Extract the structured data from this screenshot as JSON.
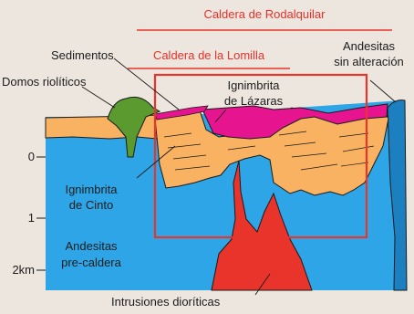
{
  "title_outer": "Caldera de Rodalquilar",
  "title_inner": "Caldera de la Lomilla",
  "labels": {
    "sedimentos": "Sedimentos",
    "domos": "Domos riolíticos",
    "andesitas_sin_line1": "Andesitas",
    "andesitas_sin_line2": "sin alteración",
    "lazaras_line1": "Ignimbrita",
    "lazaras_line2": "de Lázaras",
    "cinto_line1": "Ignimbrita",
    "cinto_line2": "de Cinto",
    "pre_line1": "Andesitas",
    "pre_line2": "pre-caldera",
    "intrusiones": "Intrusiones dioríticas"
  },
  "depth_ticks": [
    "0",
    "1",
    "2km"
  ],
  "colors": {
    "background": "#ece6de",
    "andesite_blue": "#2ea5e6",
    "andesite_dark": "#1b7fc0",
    "ignimbrite_cinto": "#f8b262",
    "ignimbrite_lazaras": "#e6158f",
    "rhyolite_domes": "#5a9a2e",
    "diorite_intrusion": "#e8342a",
    "title_red": "#e8312b"
  }
}
